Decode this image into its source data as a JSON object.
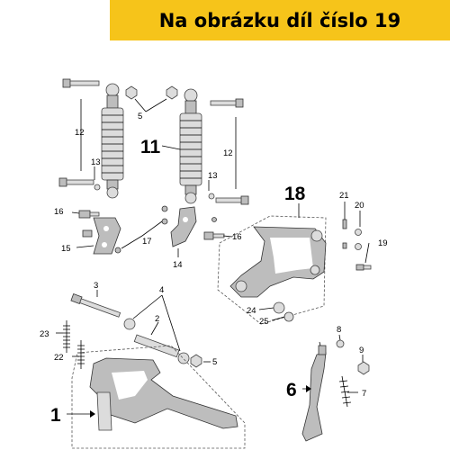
{
  "banner": {
    "text": "Na obrázku díl číslo 19",
    "color": "#f6c41a"
  },
  "labels": {
    "l1": "1",
    "l2": "2",
    "l3": "3",
    "l4": "4",
    "l5a": "5",
    "l5b": "5",
    "l6": "6",
    "l7": "7",
    "l8": "8",
    "l9": "9",
    "l11": "11",
    "l12a": "12",
    "l12b": "12",
    "l13a": "13",
    "l13b": "13",
    "l14": "14",
    "l15": "15",
    "l16a": "16",
    "l16b": "16",
    "l17": "17",
    "l18": "18",
    "l19": "19",
    "l20": "20",
    "l21": "21",
    "l22": "22",
    "l23": "23",
    "l24": "24",
    "l25": "25"
  },
  "colors": {
    "banner": "#f6c41a",
    "part_fill": "#bdbdbd",
    "line": "#000000"
  }
}
